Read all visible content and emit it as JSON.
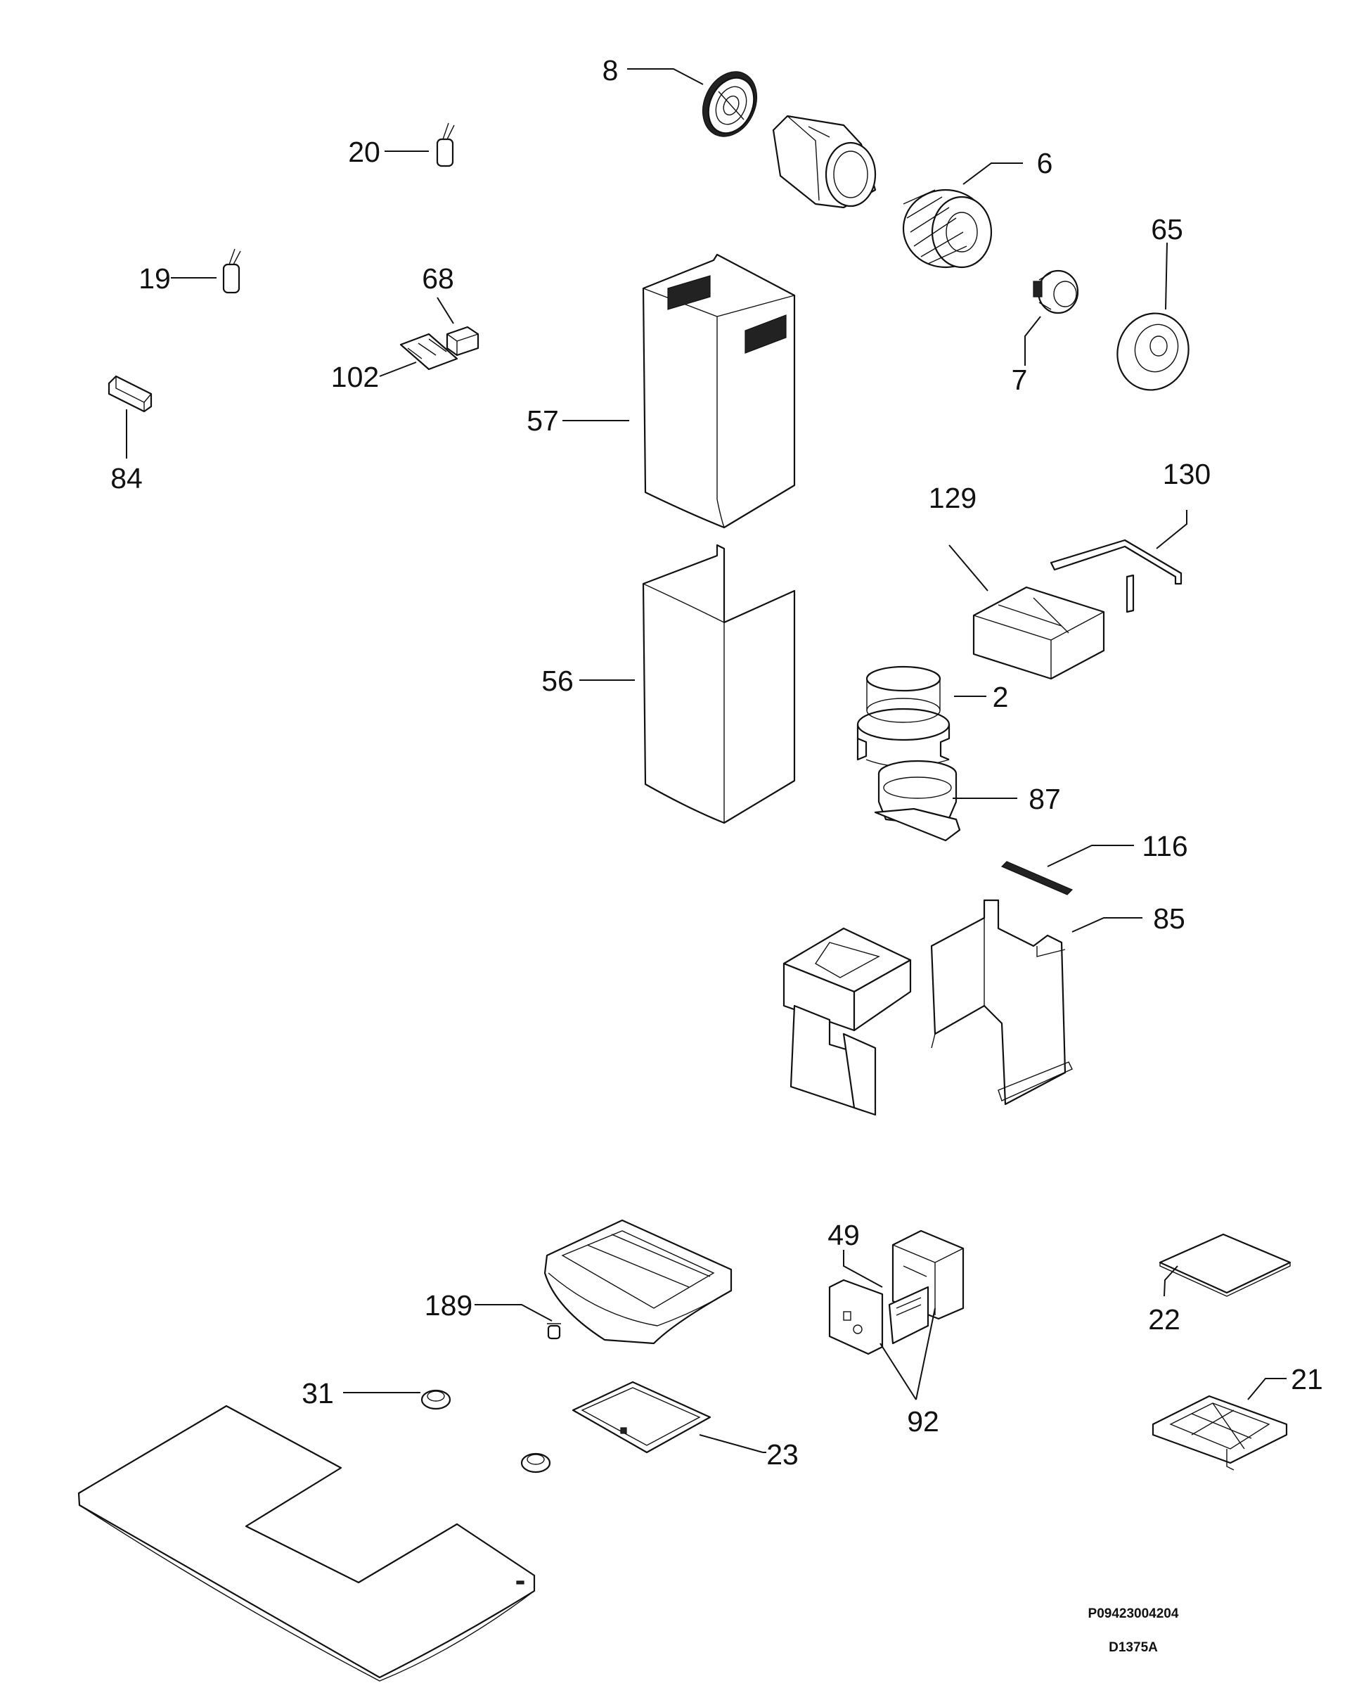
{
  "callouts": [
    "8",
    "20",
    "6",
    "65",
    "19",
    "68",
    "7",
    "102",
    "57",
    "84",
    "129",
    "130",
    "56",
    "2",
    "87",
    "116",
    "85",
    "49",
    "22",
    "189",
    "21",
    "31",
    "92",
    "23"
  ],
  "drawing_codes": [
    "P09423004204",
    "D1375A"
  ]
}
